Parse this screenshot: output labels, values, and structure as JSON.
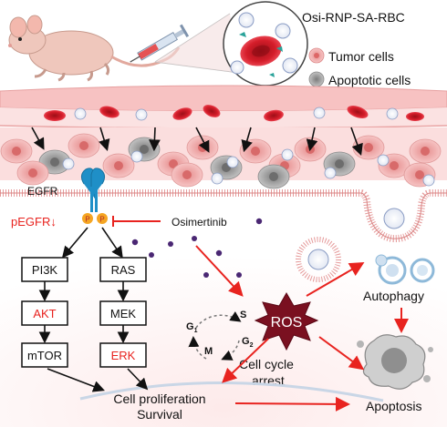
{
  "title": "Osi-RNP-SA-RBC",
  "legend": {
    "tumor": "Tumor cells",
    "apoptotic": "Apoptotic cells"
  },
  "receptor": {
    "name": "EGFR",
    "phospho": "pEGFR↓",
    "p_mark": "P"
  },
  "drug": "Osimertinib",
  "pathway_left": [
    "PI3K",
    "AKT",
    "mTOR"
  ],
  "pathway_right": [
    "RAS",
    "MEK",
    "ERK"
  ],
  "ros": "ROS",
  "cell_cycle": {
    "g1": "G",
    "g1_sub": "1",
    "s": "S",
    "m": "M",
    "g2": "G",
    "g2_sub": "2",
    "label_line1": "Cell cycle",
    "label_line2": "arrest"
  },
  "outcome_line1": "Cell proliferation",
  "outcome_line2": "Survival",
  "autophagy": "Autophagy",
  "apoptosis": "Apoptosis",
  "colors": {
    "red_arrow": "#e8231f",
    "red_text": "#e8231f",
    "egfr": "#1f8fc7",
    "phospho": "#f5a623",
    "tumor": "#f2a6a6",
    "rbc": "#d51d2a",
    "gray_cell": "#9a9a9a"
  }
}
